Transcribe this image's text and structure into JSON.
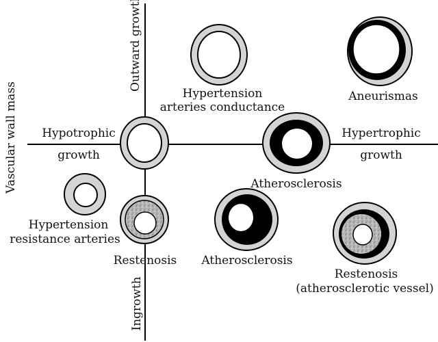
{
  "axes": {
    "vertical_top": "Outward growth",
    "vertical_bottom": "Ingrowth",
    "vertical_left": "Vascular wall mass",
    "horizontal_left_line1": "Hypotrophic",
    "horizontal_left_line2": "growth",
    "horizontal_right_line1": "Hypertrophic",
    "horizontal_right_line2": "growth"
  },
  "labels": {
    "hyp_conductance_line1": "Hypertension",
    "hyp_conductance_line2": "arteries conductance",
    "aneurismas": "Aneurismas",
    "atherosclerosis_upper": "Atherosclerosis",
    "hyp_resistance_line1": "Hypertension",
    "hyp_resistance_line2": "resistance arteries",
    "restenosis_center": "Restenosis",
    "atherosclerosis_lower": "Atherosclerosis",
    "restenosis_athero_line1": "Restenosis",
    "restenosis_athero_line2": "(atherosclerotic vessel)"
  },
  "colors": {
    "outer_ring": "#d4d4d4",
    "stroke": "#000000",
    "lumen": "#ffffff",
    "thickened_wall": "#000000",
    "plaque_texture": "#a8a8a8"
  }
}
